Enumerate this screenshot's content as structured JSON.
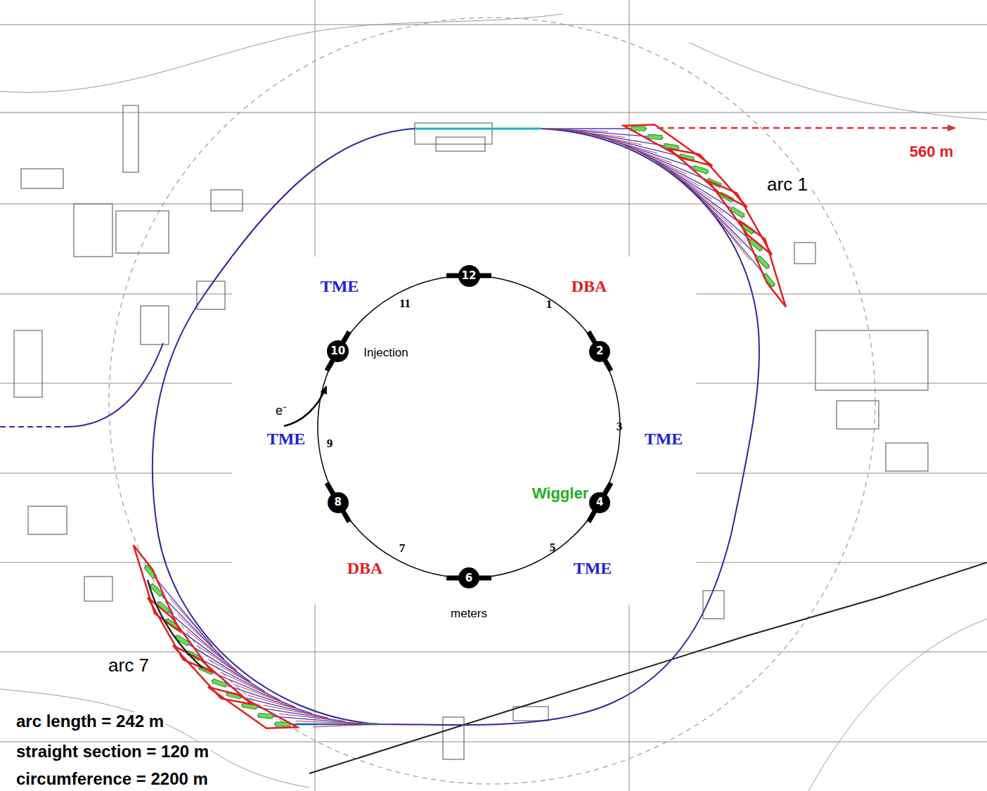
{
  "diagram": {
    "nodes": [
      {
        "text": [
          "12"
        ]
      },
      {
        "text": [
          "2"
        ]
      },
      {
        "text": [
          "4"
        ]
      },
      {
        "text": [
          "6"
        ]
      },
      {
        "text": [
          "8"
        ]
      },
      {
        "text": [
          "10"
        ]
      }
    ],
    "edges": [
      {
        "from": 0,
        "to": 1,
        "arrow": "none"
      },
      {
        "from": 1,
        "to": 2,
        "arrow": "none"
      },
      {
        "from": 2,
        "to": 3,
        "arrow": "none"
      },
      {
        "from": 3,
        "to": 4,
        "arrow": "none"
      },
      {
        "from": 4,
        "to": 5,
        "arrow": "none"
      },
      {
        "from": 5,
        "to": 0,
        "arrow": "none"
      }
    ],
    "labels": [
      "TME",
      "11",
      "DBA",
      "1",
      "Injection",
      "e⁻",
      "9",
      "TME",
      "3",
      "TME",
      "Wiggler",
      "5",
      "TME",
      "7",
      "DBA",
      "meters",
      "560 m",
      "arc 1",
      "arc 7",
      "arc length = 242 m",
      "straight section = 120 m",
      "circumference = 2200 m"
    ]
  }
}
